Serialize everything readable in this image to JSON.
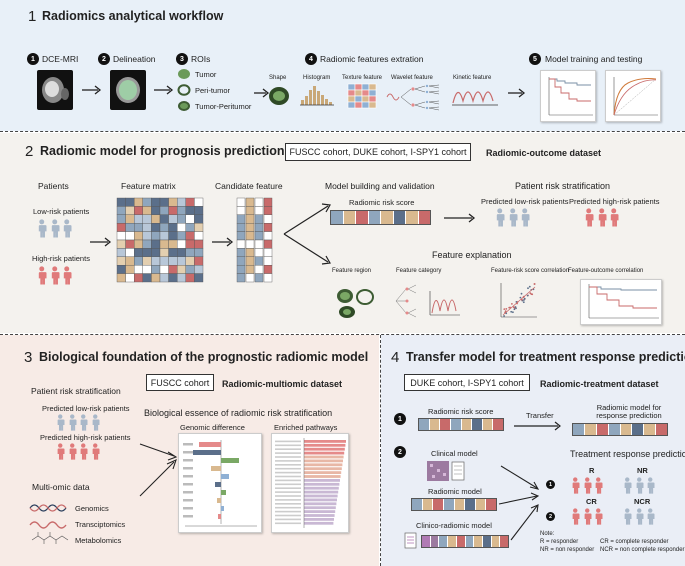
{
  "colors": {
    "panel1_bg": "#e8f0f8",
    "panel2_bg": "#f4f2ee",
    "panel3_bg": "#f7ebe6",
    "panel4_bg": "#eaeef6",
    "low_risk": "#a9b8c9",
    "high_risk": "#e07a7a",
    "tan": "#d9b98f",
    "steel": "#8fa6bd",
    "dark": "#333333"
  },
  "section1": {
    "number": "1",
    "title": "Radiomics analytical workflow",
    "steps": [
      {
        "badge": "1",
        "label": "DCE-MRI"
      },
      {
        "badge": "2",
        "label": "Delineation"
      },
      {
        "badge": "3",
        "label": "ROIs"
      },
      {
        "badge": "4",
        "label": "Radiomic features extration"
      },
      {
        "badge": "5",
        "label": "Model training and testing"
      }
    ],
    "rois": [
      "Tumor",
      "Peri-tumor",
      "Tumor-Peritumor"
    ],
    "features": [
      "Shape",
      "Histogram",
      "Texture feature",
      "Wavelet feature",
      "Kinetic feature"
    ]
  },
  "section2": {
    "number": "2",
    "title": "Radiomic model for prognosis prediction",
    "cohort_box": "FUSCC cohort, DUKE cohort, I-SPY1 cohort",
    "dataset": "Radiomic-outcome dataset",
    "patients": "Patients",
    "low_risk": "Low-risk patients",
    "high_risk": "High-risk patients",
    "feature_matrix": "Feature matrix",
    "candidate_feature": "Candidate feature",
    "model_building": "Model building and validation",
    "risk_score": "Radiomic risk score",
    "stratification": "Patient risk stratification",
    "pred_low": "Predicted low-risk patients",
    "pred_high": "Predicted high-risk patients",
    "explanation": "Feature explanation",
    "explain_items": [
      "Feature region",
      "Feature category",
      "Feature-risk score correlation",
      "Feature-outcome correlation"
    ]
  },
  "section3": {
    "number": "3",
    "title": "Biological foundation of the prognostic radiomic model",
    "cohort_box": "FUSCC cohort",
    "dataset": "Radiomic-multiomic dataset",
    "stratification": "Patient risk stratification",
    "pred_low": "Predicted low-risk patients",
    "pred_high": "Predicted high-risk patients",
    "biological_essence": "Biological essence of radiomic risk stratification",
    "genomic_difference": "Genomic difference",
    "enriched_pathways": "Enriched pathways",
    "multiomic": "Multi-omic data",
    "omics": [
      "Genomics",
      "Transciptomics",
      "Metabolomics"
    ]
  },
  "section4": {
    "number": "4",
    "title": "Transfer model for treatment response prediction",
    "cohort_box": "DUKE cohort, I-SPY1 cohort",
    "dataset": "Radiomic-treatment dataset",
    "step1_badge": "1",
    "step2_badge": "2",
    "risk_score": "Radiomic risk score",
    "transfer": "Transfer",
    "radiomic_model_response": "Radiomic model for response prediction",
    "clinical_model": "Clinical model",
    "radiomic_model": "Radiomic model",
    "clinico_radiomic_model": "Clinico-radiomic model",
    "treatment_response": "Treatment response prediction",
    "r": "R",
    "nr": "NR",
    "cr": "CR",
    "ncr": "NCR",
    "note_title": "Note:",
    "notes": [
      "R = responder",
      "NR = non responder",
      "CR = complete responder",
      "NCR = non complete responder"
    ]
  }
}
